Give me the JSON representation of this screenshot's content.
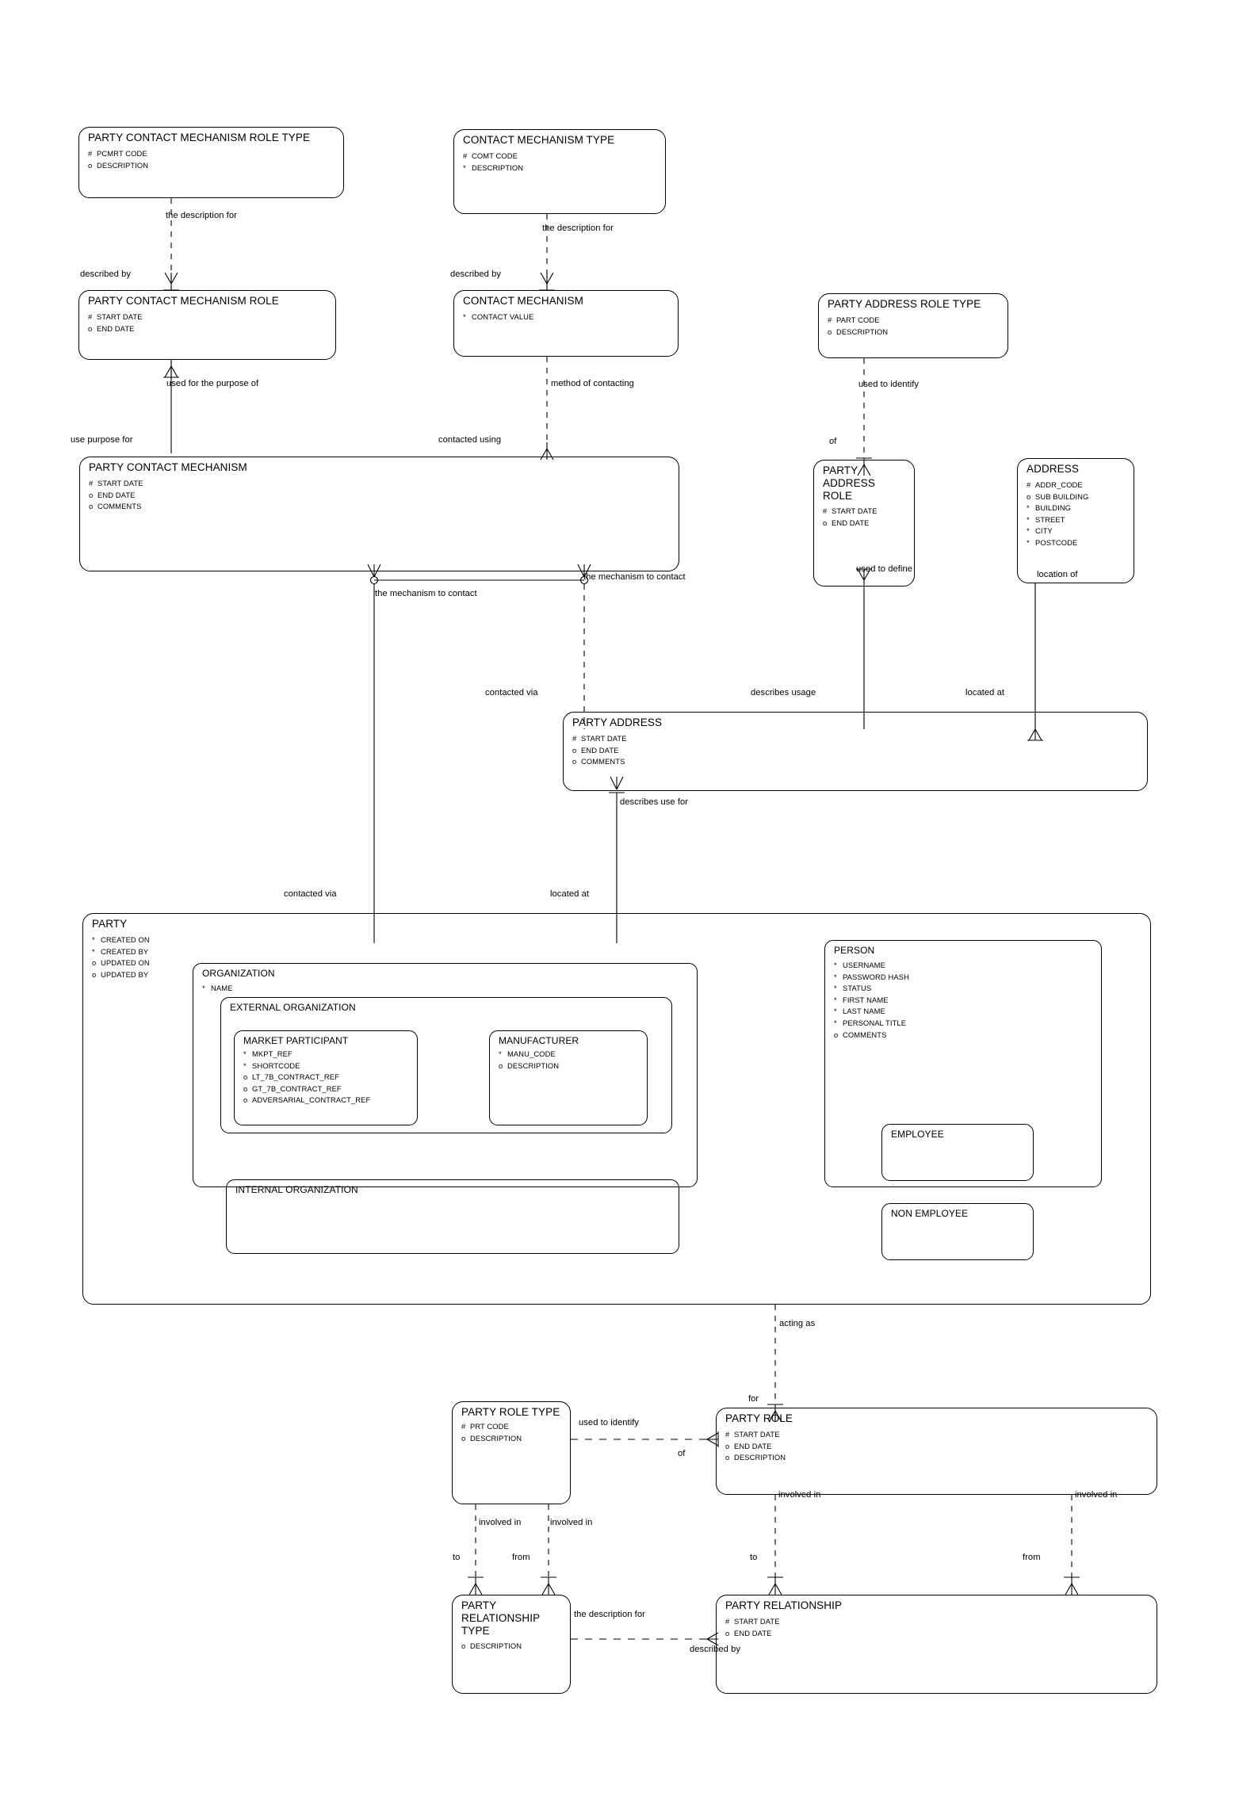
{
  "diagram": {
    "title": "Party Data Model Entity Relationship Diagram",
    "notation": "Barker ERD",
    "bg_color": "#ffffff",
    "line_color": "#000000"
  },
  "entities": [
    {
      "id": "party_contact_mechanism_role_type",
      "name": "PARTY CONTACT MECHANISM ROLE TYPE",
      "attributes": [
        {
          "marker": "#",
          "label": "PCMRT CODE"
        },
        {
          "marker": "o",
          "label": "DESCRIPTION"
        }
      ]
    },
    {
      "id": "contact_mechanism_type",
      "name": "CONTACT MECHANISM TYPE",
      "attributes": [
        {
          "marker": "#",
          "label": "COMT CODE"
        },
        {
          "marker": "*",
          "label": "DESCRIPTION"
        }
      ]
    },
    {
      "id": "party_contact_mechanism_role",
      "name": "PARTY CONTACT MECHANISM ROLE",
      "attributes": [
        {
          "marker": "#",
          "label": "START DATE"
        },
        {
          "marker": "o",
          "label": "END DATE"
        }
      ]
    },
    {
      "id": "contact_mechanism",
      "name": "CONTACT MECHANISM",
      "attributes": [
        {
          "marker": "*",
          "label": "CONTACT VALUE"
        }
      ]
    },
    {
      "id": "party_address_role_type",
      "name": "PARTY ADDRESS ROLE TYPE",
      "attributes": [
        {
          "marker": "#",
          "label": "PART CODE"
        },
        {
          "marker": "o",
          "label": "DESCRIPTION"
        }
      ]
    },
    {
      "id": "party_contact_mechanism",
      "name": "PARTY CONTACT MECHANISM",
      "attributes": [
        {
          "marker": "#",
          "label": "START DATE"
        },
        {
          "marker": "o",
          "label": "END DATE"
        },
        {
          "marker": "o",
          "label": "COMMENTS"
        }
      ]
    },
    {
      "id": "party_address_role",
      "name": "PARTY\nADDRESS\nROLE",
      "attributes": [
        {
          "marker": "#",
          "label": "START DATE"
        },
        {
          "marker": "o",
          "label": "END DATE"
        }
      ]
    },
    {
      "id": "address",
      "name": "ADDRESS",
      "attributes": [
        {
          "marker": "#",
          "label": "ADDR_CODE"
        },
        {
          "marker": "o",
          "label": "SUB BUILDING"
        },
        {
          "marker": "*",
          "label": "BUILDING"
        },
        {
          "marker": "*",
          "label": "STREET"
        },
        {
          "marker": "*",
          "label": "CITY"
        },
        {
          "marker": "*",
          "label": "POSTCODE"
        }
      ]
    },
    {
      "id": "party_address",
      "name": "PARTY ADDRESS",
      "attributes": [
        {
          "marker": "#",
          "label": "START DATE"
        },
        {
          "marker": "o",
          "label": "END DATE"
        },
        {
          "marker": "o",
          "label": "COMMENTS"
        }
      ]
    },
    {
      "id": "party",
      "name": "PARTY",
      "attributes": [
        {
          "marker": "*",
          "label": "CREATED ON"
        },
        {
          "marker": "*",
          "label": "CREATED BY"
        },
        {
          "marker": "o",
          "label": "UPDATED ON"
        },
        {
          "marker": "o",
          "label": "UPDATED BY"
        }
      ]
    },
    {
      "id": "organization",
      "name": "ORGANIZATION",
      "attributes": [
        {
          "marker": "*",
          "label": "NAME"
        }
      ]
    },
    {
      "id": "external_organization",
      "name": "EXTERNAL ORGANIZATION",
      "attributes": []
    },
    {
      "id": "market_participant",
      "name": "MARKET PARTICIPANT",
      "attributes": [
        {
          "marker": "*",
          "label": "MKPT_REF"
        },
        {
          "marker": "*",
          "label": "SHORTCODE"
        },
        {
          "marker": "o",
          "label": "LT_7B_CONTRACT_REF"
        },
        {
          "marker": "o",
          "label": "GT_7B_CONTRACT_REF"
        },
        {
          "marker": "o",
          "label": "ADVERSARIAL_CONTRACT_REF"
        }
      ]
    },
    {
      "id": "manufacturer",
      "name": "MANUFACTURER",
      "attributes": [
        {
          "marker": "*",
          "label": "MANU_CODE"
        },
        {
          "marker": "o",
          "label": "DESCRIPTION"
        }
      ]
    },
    {
      "id": "internal_organization",
      "name": "INTERNAL ORGANIZATION",
      "attributes": []
    },
    {
      "id": "person",
      "name": "PERSON",
      "attributes": [
        {
          "marker": "*",
          "label": "USERNAME"
        },
        {
          "marker": "*",
          "label": "PASSWORD HASH"
        },
        {
          "marker": "*",
          "label": "STATUS"
        },
        {
          "marker": "*",
          "label": "FIRST NAME"
        },
        {
          "marker": "*",
          "label": "LAST NAME"
        },
        {
          "marker": "*",
          "label": "PERSONAL TITLE"
        },
        {
          "marker": "o",
          "label": "COMMENTS"
        }
      ]
    },
    {
      "id": "employee",
      "name": "EMPLOYEE",
      "attributes": []
    },
    {
      "id": "non_employee",
      "name": "NON EMPLOYEE",
      "attributes": []
    },
    {
      "id": "party_role_type",
      "name": "PARTY ROLE TYPE",
      "attributes": [
        {
          "marker": "#",
          "label": "PRT CODE"
        },
        {
          "marker": "o",
          "label": "DESCRIPTION"
        }
      ]
    },
    {
      "id": "party_role",
      "name": "PARTY ROLE",
      "attributes": [
        {
          "marker": "#",
          "label": "START DATE"
        },
        {
          "marker": "o",
          "label": "END DATE"
        },
        {
          "marker": "o",
          "label": "DESCRIPTION"
        }
      ]
    },
    {
      "id": "party_relationship_type",
      "name": "PARTY\nRELATIONSHIP\nTYPE",
      "attributes": [
        {
          "marker": "o",
          "label": "DESCRIPTION"
        }
      ]
    },
    {
      "id": "party_relationship",
      "name": "PARTY RELATIONSHIP",
      "attributes": [
        {
          "marker": "#",
          "label": "START DATE"
        },
        {
          "marker": "o",
          "label": "END DATE"
        }
      ]
    }
  ],
  "relationship_labels": [
    {
      "id": "l01",
      "text": "the description for"
    },
    {
      "id": "l02",
      "text": "described by"
    },
    {
      "id": "l03",
      "text": "the description for"
    },
    {
      "id": "l04",
      "text": "described by"
    },
    {
      "id": "l05",
      "text": "used for the purpose of"
    },
    {
      "id": "l06",
      "text": "use purpose for"
    },
    {
      "id": "l07",
      "text": "method of contacting"
    },
    {
      "id": "l08",
      "text": "contacted using"
    },
    {
      "id": "l09",
      "text": "used to identify"
    },
    {
      "id": "l10",
      "text": "of"
    },
    {
      "id": "l11",
      "text": "the mechanism to contact"
    },
    {
      "id": "l12",
      "text": "the mechanism to contact"
    },
    {
      "id": "l13",
      "text": "contacted via"
    },
    {
      "id": "l14",
      "text": "used to define"
    },
    {
      "id": "l15",
      "text": "location of"
    },
    {
      "id": "l16",
      "text": "describes usage"
    },
    {
      "id": "l17",
      "text": "located at"
    },
    {
      "id": "l18",
      "text": "describes use for"
    },
    {
      "id": "l19",
      "text": "contacted via"
    },
    {
      "id": "l20",
      "text": "located at"
    },
    {
      "id": "l21",
      "text": "acting as"
    },
    {
      "id": "l22",
      "text": "for"
    },
    {
      "id": "l23",
      "text": "used to identify"
    },
    {
      "id": "l24",
      "text": "of"
    },
    {
      "id": "l25",
      "text": "involved in"
    },
    {
      "id": "l26",
      "text": "involved in"
    },
    {
      "id": "l27",
      "text": "involved in"
    },
    {
      "id": "l28",
      "text": "involved in"
    },
    {
      "id": "l29",
      "text": "to"
    },
    {
      "id": "l30",
      "text": "from"
    },
    {
      "id": "l31",
      "text": "to"
    },
    {
      "id": "l32",
      "text": "from"
    },
    {
      "id": "l33",
      "text": "the description for"
    },
    {
      "id": "l34",
      "text": "described by"
    }
  ]
}
